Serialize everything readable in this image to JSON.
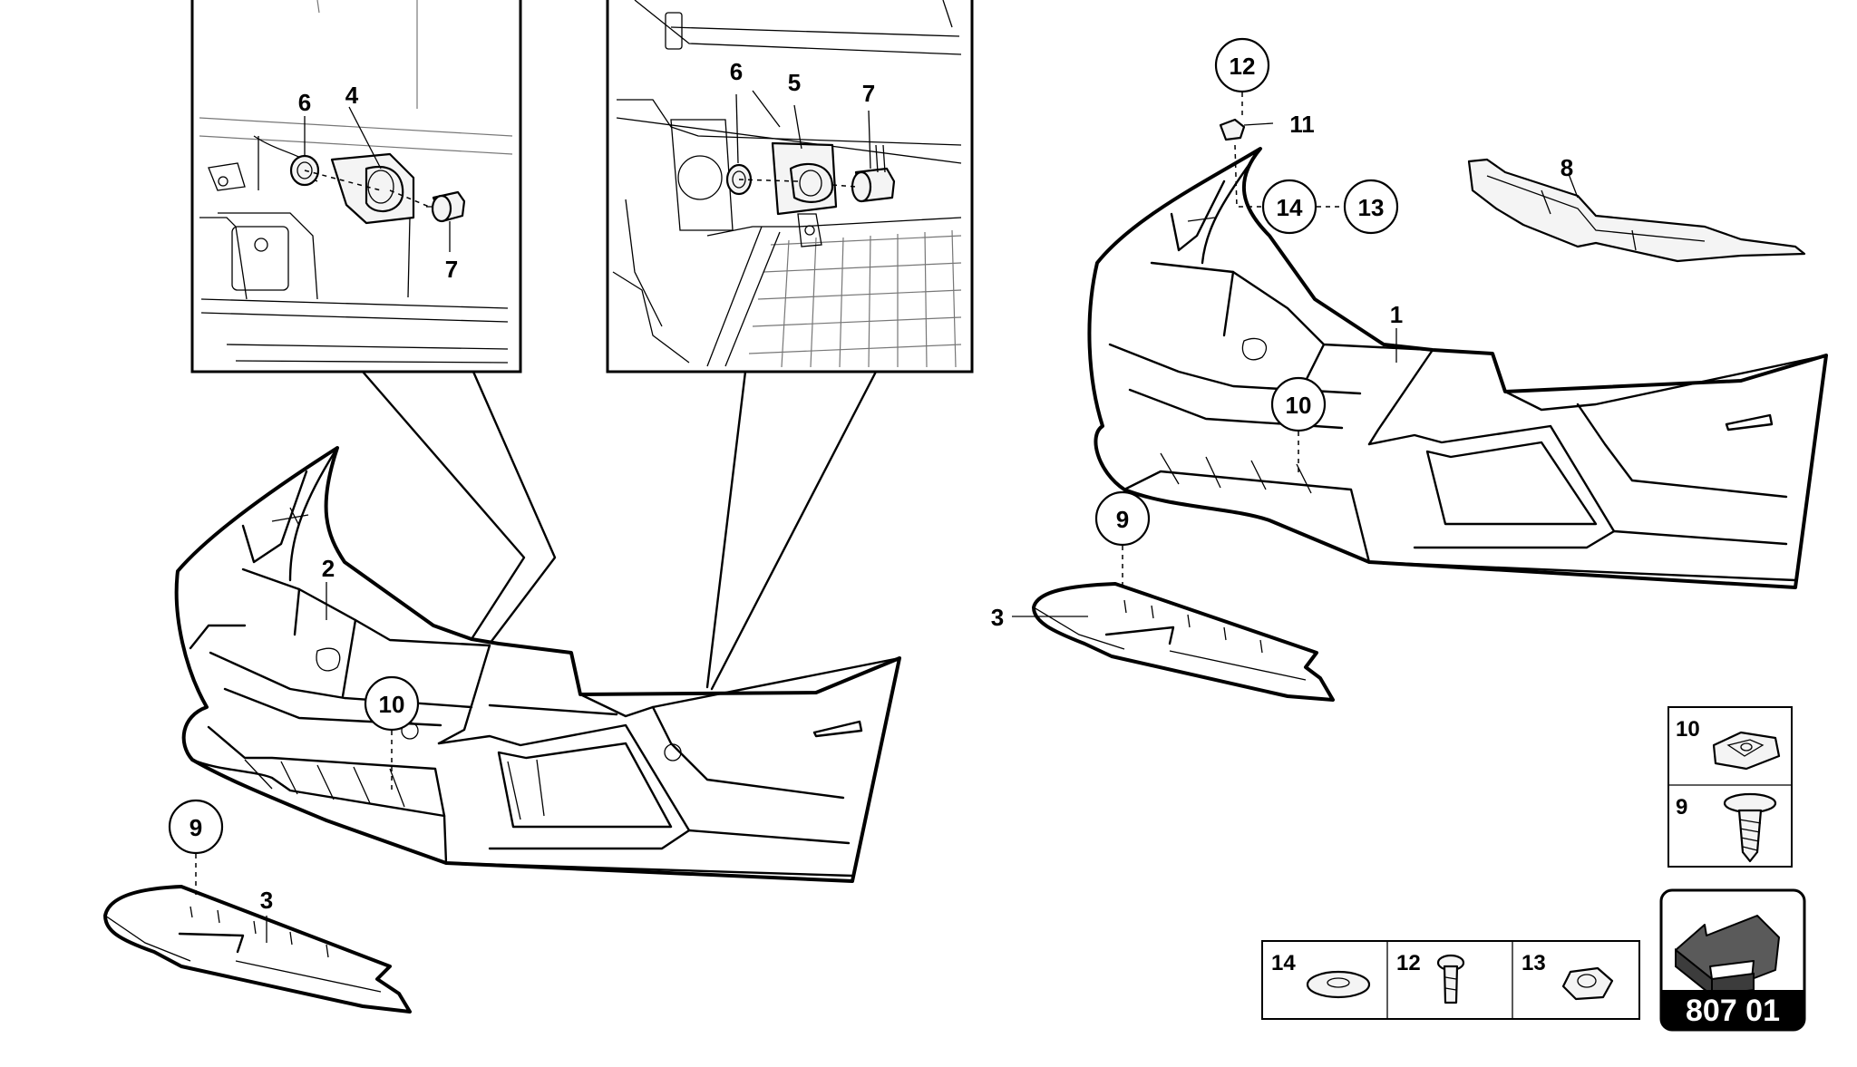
{
  "diagram": {
    "page_code": "807 01",
    "labels": {
      "inset_left": {
        "l6": "6",
        "l4": "4",
        "l7": "7"
      },
      "inset_right": {
        "l6": "6",
        "l5": "5",
        "l7": "7"
      },
      "left_bumper": {
        "l2": "2",
        "l10": "10",
        "l9": "9",
        "l3": "3"
      },
      "right_bumper": {
        "l12": "12",
        "l11": "11",
        "l14": "14",
        "l13": "13",
        "l8": "8",
        "l1": "1",
        "l10": "10",
        "l9": "9",
        "l3": "3"
      }
    },
    "legend_fasteners": [
      {
        "number": "10",
        "icon": "clip-nut-icon"
      },
      {
        "number": "9",
        "icon": "screw-icon"
      }
    ],
    "legend_hardware": [
      {
        "number": "14",
        "icon": "washer-icon"
      },
      {
        "number": "12",
        "icon": "bolt-icon"
      },
      {
        "number": "13",
        "icon": "nut-icon"
      }
    ],
    "colors": {
      "line": "#000000",
      "background": "#ffffff",
      "badge": "#000000",
      "arrow_fill": "#5a5a5a"
    }
  }
}
